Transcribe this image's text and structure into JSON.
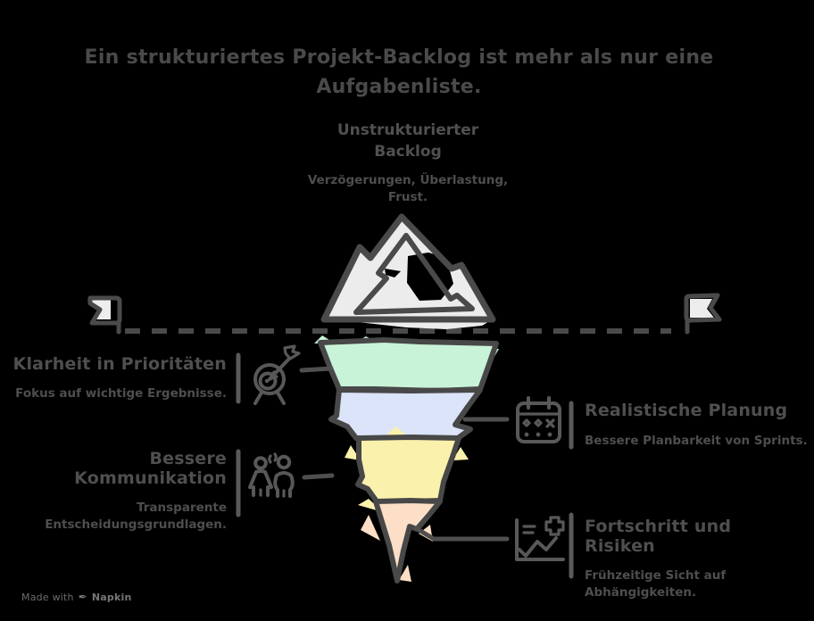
{
  "title": "Ein strukturiertes Projekt-Backlog ist mehr als nur eine Aufgabenliste.",
  "top_label": {
    "title": "Unstrukturierter Backlog",
    "subtitle": "Verzögerungen, Überlastung, Frust."
  },
  "callouts": {
    "priorities": {
      "title": "Klarheit in Prioritäten",
      "subtitle": "Fokus auf wichtige Ergebnisse.",
      "icon": "target-dart-icon",
      "side": "left"
    },
    "communication": {
      "title": "Bessere Kommunikation",
      "subtitle": "Transparente Entscheidungsgrundlagen.",
      "icon": "two-people-talking-icon",
      "side": "left"
    },
    "planning": {
      "title": "Realistische Planung",
      "subtitle": "Bessere Planbarkeit von Sprints.",
      "icon": "calendar-icon",
      "side": "right"
    },
    "progress": {
      "title": "Fortschritt und Risiken",
      "subtitle": "Frühzeitige Sicht auf Abhängigkeiten.",
      "icon": "progress-chart-icon",
      "side": "right"
    }
  },
  "credit": {
    "prefix": "Made with",
    "nib_glyph": "✒",
    "brand": "Napkin"
  },
  "colors": {
    "background": "#000000",
    "ink": "#4a4a4a",
    "outline": "#484848",
    "iceberg_above": "#ececec",
    "layer_clarity": "#c9f3d9",
    "layer_planning": "#dbe4f8",
    "layer_communication": "#faf1ac",
    "layer_progress": "#fcdfc6",
    "credit_text": "#6d6d6d"
  }
}
